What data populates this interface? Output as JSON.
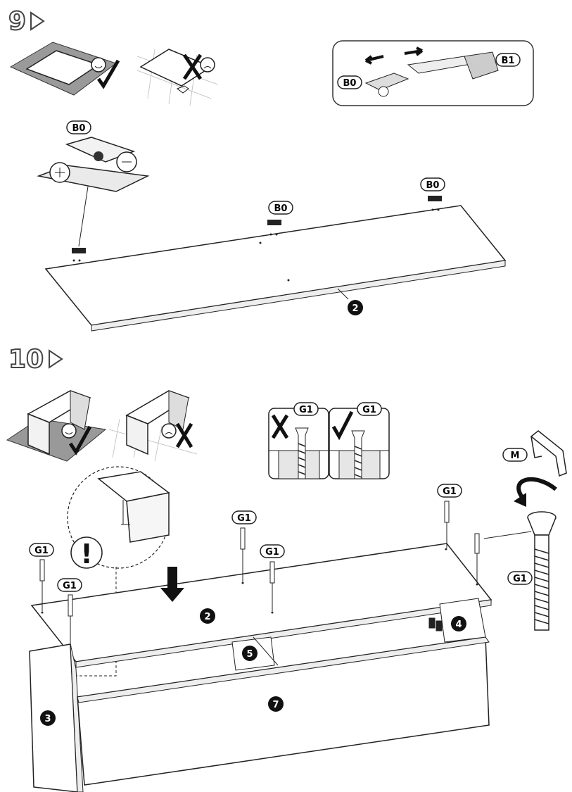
{
  "steps": {
    "step9": {
      "number": "9"
    },
    "step10": {
      "number": "10"
    }
  },
  "labels": {
    "b0": "B0",
    "b1": "B1",
    "g1": "G1",
    "m": "M",
    "exclaim": "!"
  },
  "parts": {
    "p2": "2",
    "p3": "3",
    "p4": "4",
    "p5": "5",
    "p7": "7"
  },
  "icons": {
    "ok": "check-icon",
    "bad": "cross-icon",
    "happy": "smiley-happy-icon",
    "sad": "smiley-sad-icon",
    "play": "triangle-play-icon"
  },
  "colors": {
    "ink": "#1a1a1a",
    "grey": "#8a8a8a",
    "light": "#e6e6e6"
  }
}
